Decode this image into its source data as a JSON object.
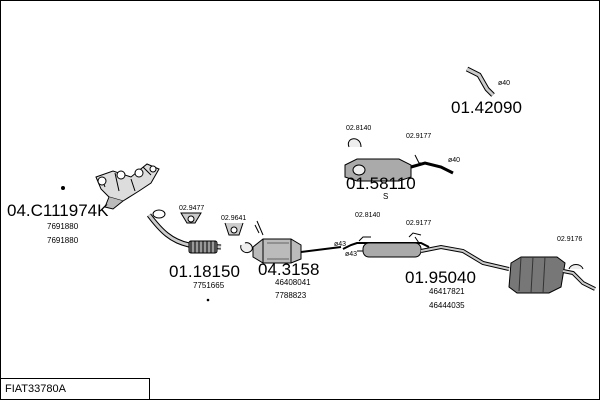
{
  "document_number": "FIAT33780A",
  "parts": [
    {
      "part_number": "04.C111974K",
      "refs": [
        "7691880",
        "7691880"
      ]
    },
    {
      "part_number": "01.18150",
      "refs": [
        "7751665"
      ]
    },
    {
      "part_number": "04.3158",
      "refs": [
        "46408041",
        "7788823"
      ]
    },
    {
      "part_number": "01.95040",
      "refs": [
        "46417821",
        "46444035"
      ]
    },
    {
      "part_number": "01.58110",
      "refs": [
        "S"
      ]
    },
    {
      "part_number": "01.42090",
      "refs": []
    }
  ],
  "accessories": [
    "02.9477",
    "02.9641",
    "02.8140",
    "02.9177",
    "02.8140",
    "02.9177",
    "02.9176"
  ],
  "pipe_diameters": [
    "ø40",
    "ø40",
    "ø43",
    "ø43"
  ]
}
